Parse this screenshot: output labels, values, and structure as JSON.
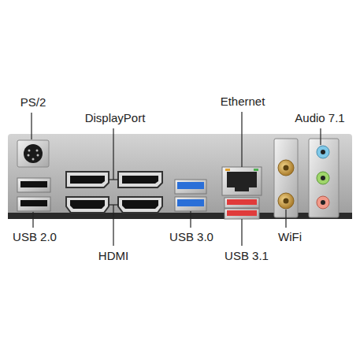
{
  "diagram": {
    "labels": [
      "PS/2",
      "DisplayPort",
      "Ethernet",
      "Audio 7.1",
      "USB 2.0",
      "HDMI",
      "USB 3.0",
      "WiFi",
      "USB 3.1"
    ]
  }
}
